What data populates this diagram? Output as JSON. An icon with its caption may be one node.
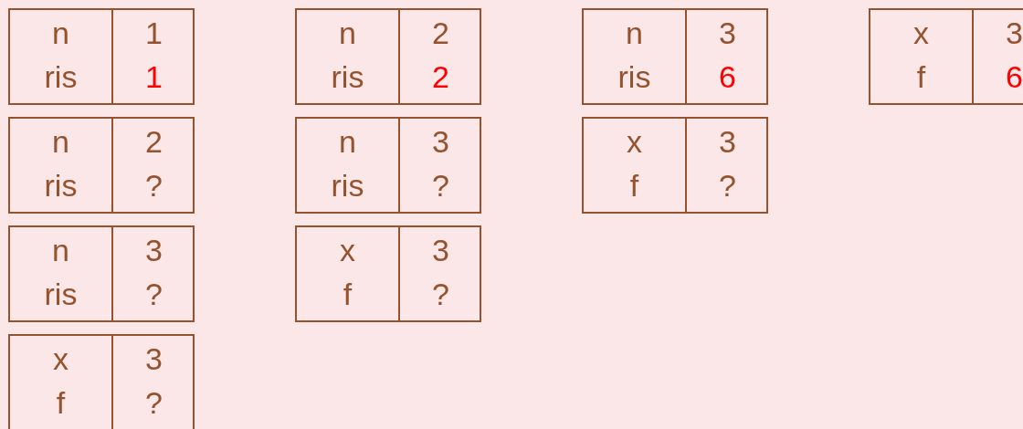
{
  "diagram": {
    "nodes": [
      {
        "text": [
          "n",
          "1",
          "ris",
          "1"
        ]
      },
      {
        "text": [
          "n",
          "2",
          "ris",
          "2"
        ]
      },
      {
        "text": [
          "n",
          "3",
          "ris",
          "6"
        ]
      },
      {
        "text": [
          "x",
          "3",
          "f",
          "6"
        ]
      },
      {
        "text": [
          "n",
          "2",
          "ris",
          "?"
        ]
      },
      {
        "text": [
          "n",
          "3",
          "ris",
          "?"
        ]
      },
      {
        "text": [
          "x",
          "3",
          "f",
          "?"
        ]
      },
      {
        "text": [
          "n",
          "3",
          "ris",
          "?"
        ]
      },
      {
        "text": [
          "x",
          "3",
          "f",
          "?"
        ]
      },
      {
        "text": [
          "x",
          "3",
          "f",
          "?"
        ]
      }
    ]
  }
}
